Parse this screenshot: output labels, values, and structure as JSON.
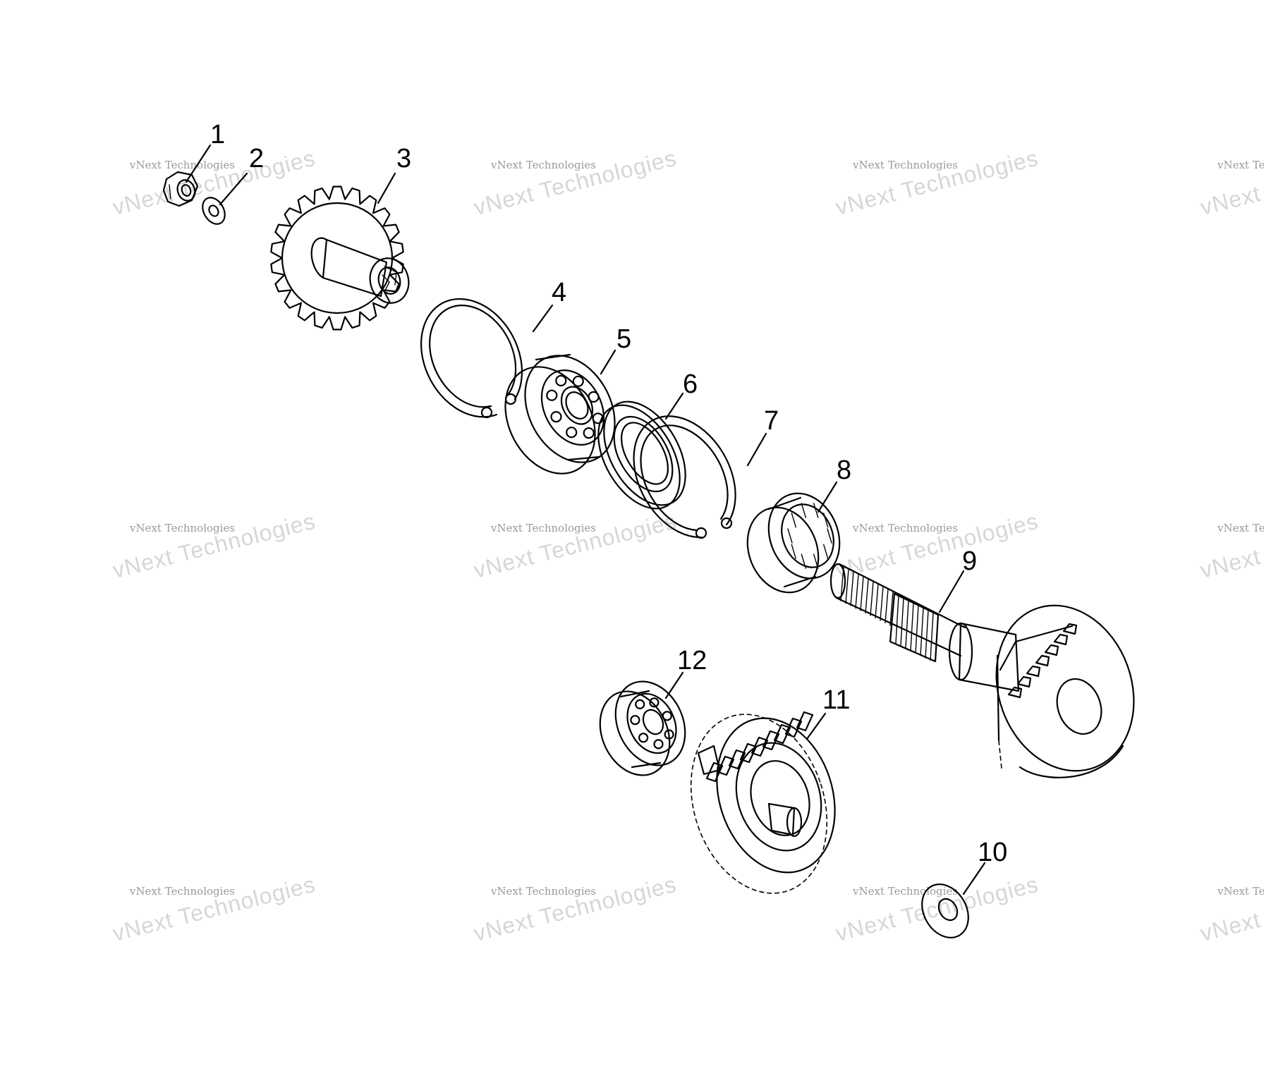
{
  "watermark": {
    "small_text": "vNext Technologies",
    "big_text": "vNext Technologies"
  },
  "parts": [
    {
      "number": "1",
      "icon": "nut-icon"
    },
    {
      "number": "2",
      "icon": "washer-icon"
    },
    {
      "number": "3",
      "icon": "sprocket-icon"
    },
    {
      "number": "4",
      "icon": "circlip-icon"
    },
    {
      "number": "5",
      "icon": "ball-bearing-icon"
    },
    {
      "number": "6",
      "icon": "oil-seal-icon"
    },
    {
      "number": "7",
      "icon": "circlip-icon"
    },
    {
      "number": "8",
      "icon": "needle-bearing-icon"
    },
    {
      "number": "9",
      "icon": "output-shaft-icon"
    },
    {
      "number": "10",
      "icon": "washer-icon"
    },
    {
      "number": "11",
      "icon": "gear-icon"
    },
    {
      "number": "12",
      "icon": "ball-bearing-icon"
    }
  ]
}
